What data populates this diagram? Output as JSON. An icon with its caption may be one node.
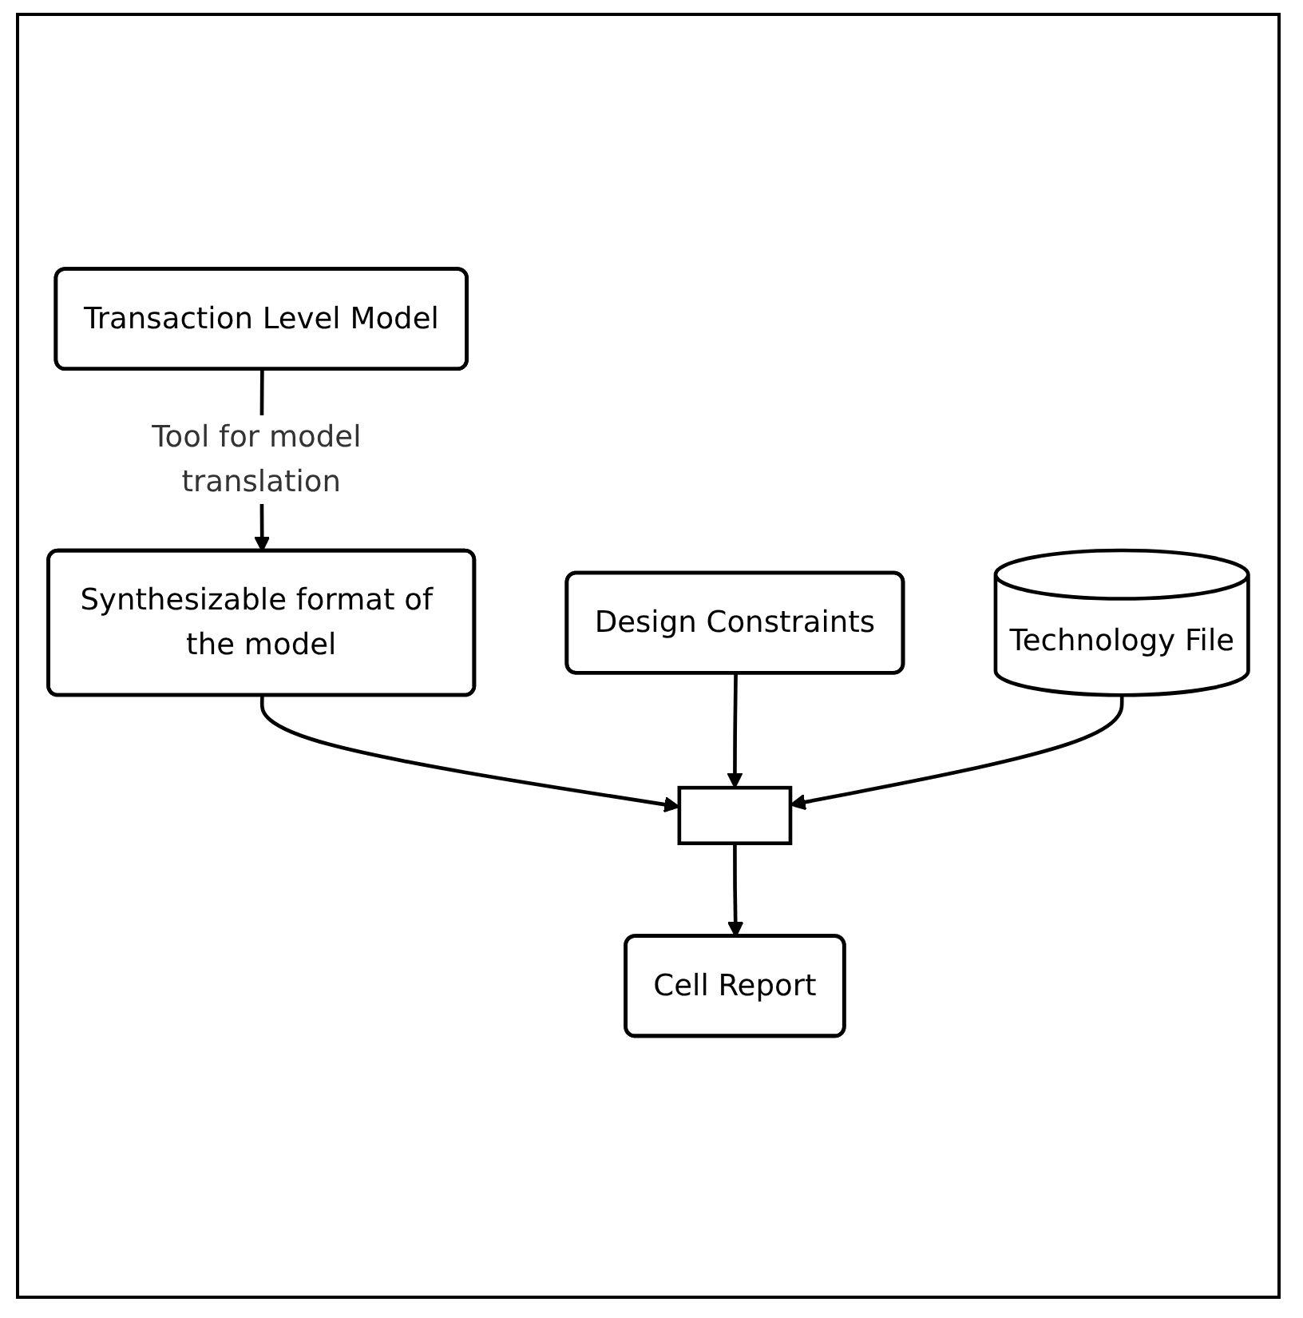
{
  "diagram": {
    "nodes": [
      {
        "text": [
          "Transaction Level Model"
        ]
      },
      {
        "text": [
          "Synthesizable format of the model"
        ]
      },
      {
        "text": [
          "Design Constraints"
        ]
      },
      {
        "text": [],
        "shape": "box"
      },
      {
        "text": [
          "Technology File"
        ]
      },
      {
        "text": [
          "Cell Report"
        ]
      }
    ],
    "edges": [
      {
        "from": 0,
        "to": 1,
        "arrow": "to",
        "label": "Tool for model translation"
      },
      {
        "from": 1,
        "to": 3,
        "arrow": "to"
      },
      {
        "from": 2,
        "to": 3,
        "arrow": "to"
      },
      {
        "from": 4,
        "to": 3,
        "arrow": "to"
      },
      {
        "from": 3,
        "to": 5,
        "arrow": "to"
      }
    ]
  }
}
